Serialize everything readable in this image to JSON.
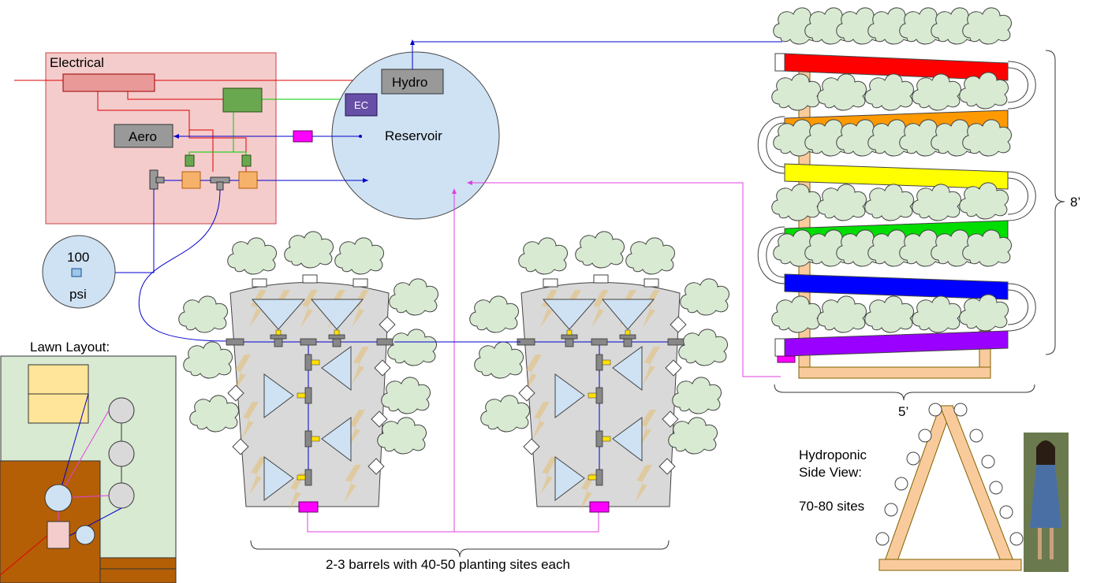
{
  "labels": {
    "electrical": "Electrical",
    "hydro": "Hydro",
    "aero": "Aero",
    "ec": "EC",
    "reservoir": "Reservoir",
    "gauge_value": "100",
    "gauge_unit": "psi",
    "lawn_layout": "Lawn Layout:",
    "height": "8’",
    "width": "5’",
    "side_view_line1": "Hydroponic",
    "side_view_line2": "Side View:",
    "sites": "70-80 sites",
    "barrels_caption": "2-3 barrels with 40-50 planting sites each"
  },
  "colors": {
    "electrical_panel": "#f4cccc",
    "reservoir": "#cfe2f3",
    "power_line": "#e00000",
    "water_line": "#0000cc",
    "drain_line": "#e040e0",
    "controller": "#6aa84f",
    "pump": "#f6b26b",
    "ec_sensor": "#674ea7",
    "device_gray": "#999999",
    "plant": "#d9ead3",
    "barrel": "#d9d9d9",
    "frame_wood": "#f9cb9c",
    "lawn": "#d9ead3",
    "deck": "#b45f06"
  },
  "hydroponic_tubes": [
    "#ff0000",
    "#ff9900",
    "#ffff00",
    "#00dd00",
    "#0000ff",
    "#9900ff"
  ]
}
